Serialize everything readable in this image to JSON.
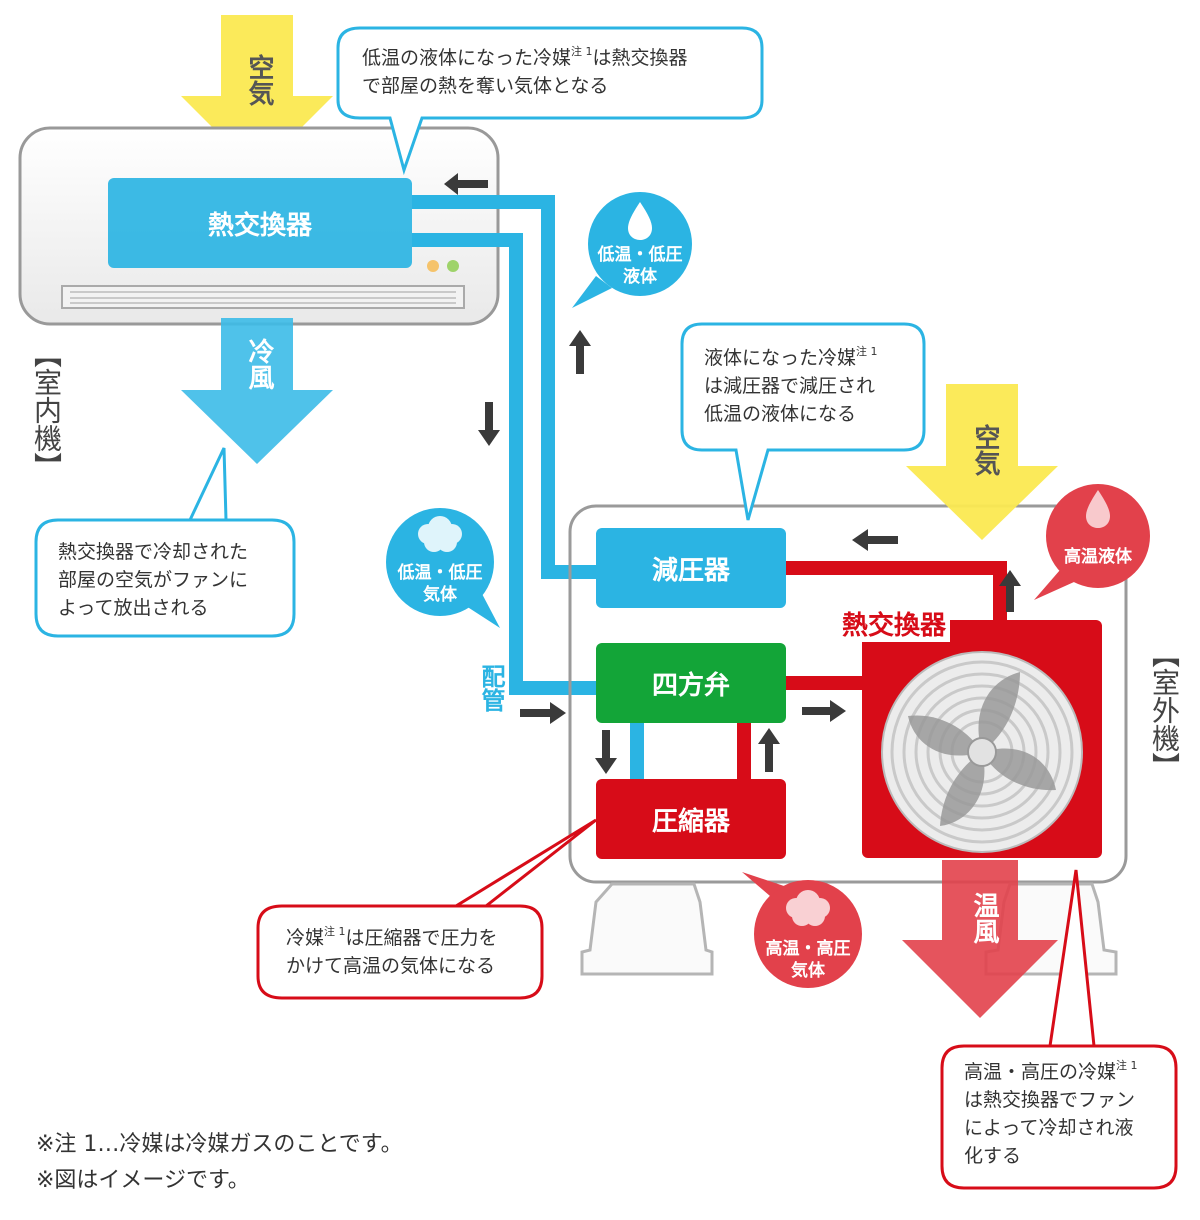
{
  "colors": {
    "blue": "#2bb4e3",
    "red": "#d70c18",
    "green": "#13a538",
    "yellow": "#fbe951",
    "gray": "#8a8a8a"
  },
  "indoor_unit": {
    "label": "【室内機】",
    "heat_exchanger": "熱交換器",
    "air_in": "空気",
    "cold_air_out": "冷風"
  },
  "outdoor_unit": {
    "label": "【室外機】",
    "heat_exchanger": "熱交換器",
    "air_in": "空気",
    "warm_air_out": "温風",
    "pressure_reducer": "減圧器",
    "four_way_valve": "四方弁",
    "compressor": "圧縮器"
  },
  "piping_label": "配管",
  "states": {
    "low_temp_liquid": "低温・低圧液体",
    "low_temp_gas": "低温・低圧気体",
    "high_temp_liquid": "高温液体",
    "high_temp_gas": "高温・高圧気体"
  },
  "states_lines": {
    "low_temp_liquid_1": "低温・低圧",
    "low_temp_liquid_2": "液体",
    "low_temp_gas_1": "低温・低圧",
    "low_temp_gas_2": "気体",
    "high_temp_liquid": "高温液体",
    "high_temp_gas_1": "高温・高圧",
    "high_temp_gas_2": "気体"
  },
  "callouts": {
    "indoor_exchanger_1a": "低温の液体になった冷媒",
    "indoor_exchanger_1b": "注 1",
    "indoor_exchanger_1c": "は熱交換器",
    "indoor_exchanger_2": "で部屋の熱を奪い気体となる",
    "cold_air_1": "熱交換器で冷却された",
    "cold_air_2": "部屋の空気がファンに",
    "cold_air_3": "よって放出される",
    "reducer_1a": "液体になった冷媒",
    "reducer_1b": "注 1",
    "reducer_2": "は減圧器で減圧され",
    "reducer_3": "低温の液体になる",
    "compressor_1a": "冷媒",
    "compressor_1b": "注 1",
    "compressor_1c": "は圧縮器で圧力を",
    "compressor_2": "かけて高温の気体になる",
    "outdoor_exchanger_1a": "高温・高圧の冷媒",
    "outdoor_exchanger_1b": "注 1",
    "outdoor_exchanger_2": "は熱交換器でファン",
    "outdoor_exchanger_3": "によって冷却され液",
    "outdoor_exchanger_4": "化する"
  },
  "footnotes": {
    "note1": "※注 1…冷媒は冷媒ガスのことです。",
    "note2": "※図はイメージです。"
  }
}
